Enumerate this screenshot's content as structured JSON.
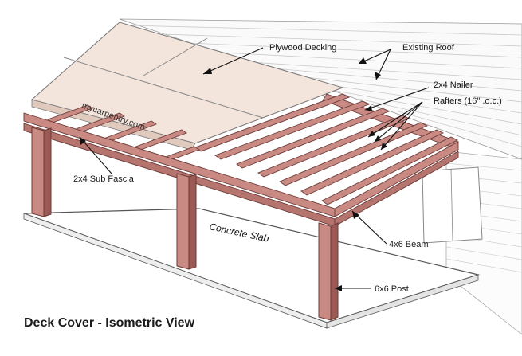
{
  "diagram": {
    "title": "Deck Cover - Isometric View",
    "watermark": "mycarpentry.com",
    "labels": {
      "plywood_decking": "Plywood Decking",
      "existing_roof": "Existing Roof",
      "nailer": "2x4 Nailer",
      "rafters": "Rafters (16\" .o.c.)",
      "sub_fascia": "2x4 Sub Fascia",
      "concrete_slab": "Concrete Slab",
      "beam": "4x6 Beam",
      "post": "6x6 Post"
    },
    "colors": {
      "lumber": "#c98a84",
      "lumber_dark": "#9b5a55",
      "plywood": "#f3e4dc",
      "roof_lines": "#b9b9b9",
      "outline": "#333333"
    }
  }
}
